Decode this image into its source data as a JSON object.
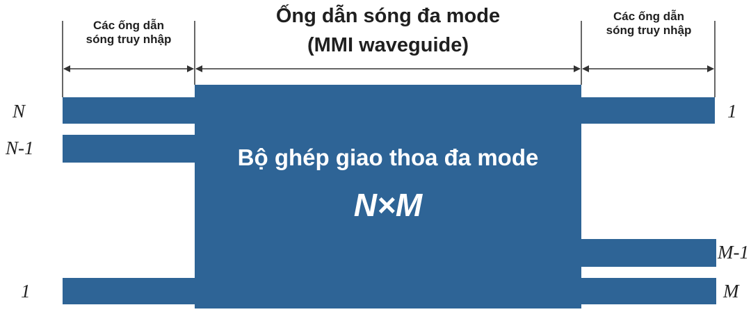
{
  "labels": {
    "left_access": [
      "Các ống dẫn",
      "sóng truy nhập"
    ],
    "center_waveguide": [
      "Ống dẫn sóng đa mode",
      "(MMI waveguide)"
    ],
    "right_access": [
      "Các ống dẫn",
      "sóng truy nhập"
    ]
  },
  "coupler": {
    "title": "Bộ ghép giao thoa đa mode",
    "size": "N×M"
  },
  "input_ports": [
    "N",
    "N-1",
    "1"
  ],
  "output_ports": [
    "1",
    "M-1",
    "M"
  ],
  "colors": {
    "waveguide": "#2e6496",
    "text": "#1f1f1f"
  }
}
